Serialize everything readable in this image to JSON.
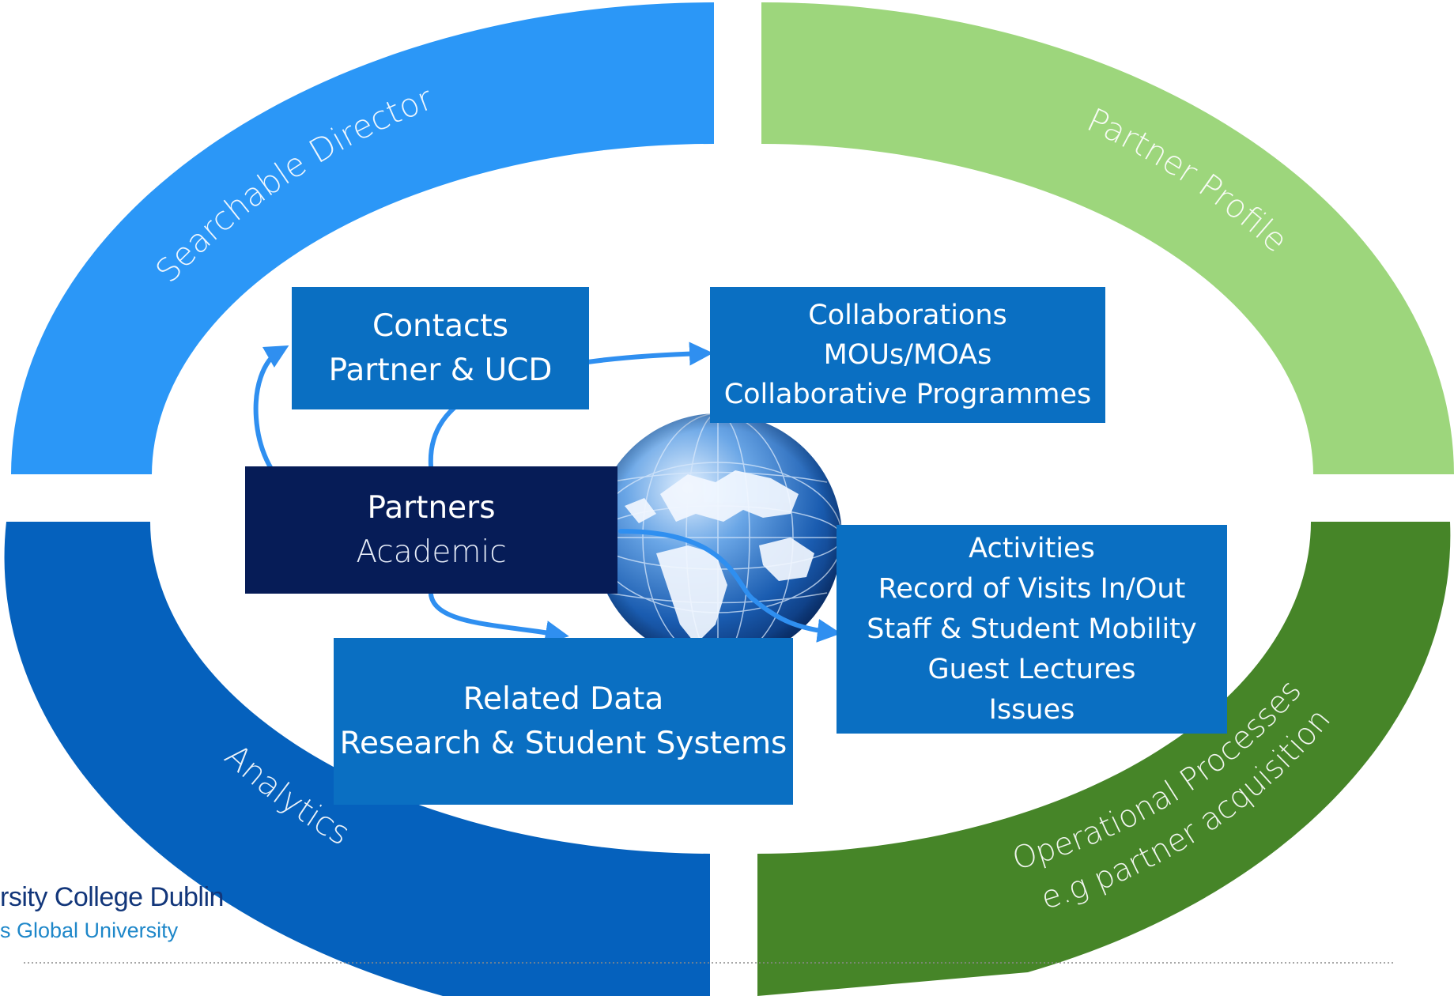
{
  "ring": {
    "top_left_label": "Searchable Directory",
    "top_right_label": "Partner Profile",
    "bottom_left_label": "Analytics",
    "bottom_right_label_line1": "Operational Processes",
    "bottom_right_label_line2": "e.g partner acquisition"
  },
  "boxes": {
    "contacts": {
      "line1": "Contacts",
      "line2": "Partner & UCD"
    },
    "collaborations": {
      "line1": "Collaborations",
      "line2": "MOUs/MOAs",
      "line3": "Collaborative Programmes"
    },
    "partners": {
      "line1": "Partners",
      "line2": "Academic"
    },
    "related": {
      "line1": "Related Data",
      "line2": "Research & Student Systems"
    },
    "activities": {
      "line1": "Activities",
      "line2": "Record of Visits In/Out",
      "line3": "Staff & Student Mobility",
      "line4": "Guest Lectures",
      "line5": "Issues"
    }
  },
  "logo": {
    "line1": "rsity College Dublin",
    "line2": "s Global University"
  },
  "colors": {
    "ring_top_left": "#2b97f7",
    "ring_top_right": "#9dd67c",
    "ring_bottom_left": "#0561bd",
    "ring_bottom_right": "#468528",
    "box_blue": "#0a6fc2",
    "box_navy": "#061c57",
    "arrow": "#2f8ff0"
  }
}
